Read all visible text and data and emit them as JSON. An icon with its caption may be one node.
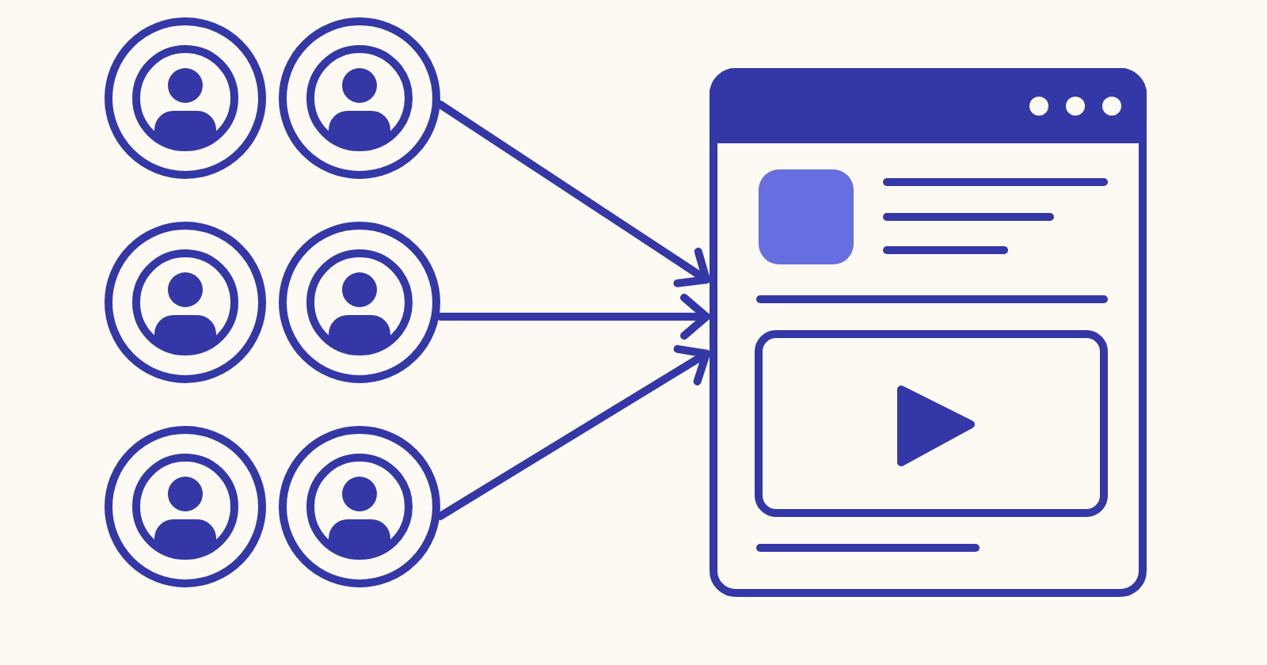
{
  "diagram": {
    "nodes": [
      {
        "text": [],
        "shape": "person"
      },
      {
        "text": [],
        "shape": "person"
      },
      {
        "text": [],
        "shape": "person"
      },
      {
        "text": [],
        "shape": "person"
      },
      {
        "text": [],
        "shape": "person"
      },
      {
        "text": [],
        "shape": "person"
      },
      {
        "text": [],
        "shape": "picture"
      }
    ],
    "edges": [
      {
        "from": 1,
        "to": 6,
        "arrow": "to"
      },
      {
        "from": 3,
        "to": 6,
        "arrow": "to"
      },
      {
        "from": 5,
        "to": 6,
        "arrow": "to"
      }
    ]
  }
}
